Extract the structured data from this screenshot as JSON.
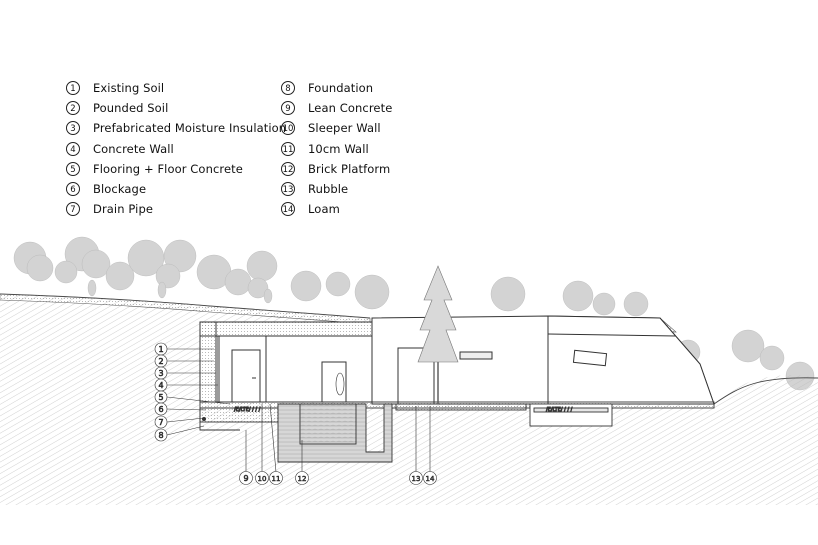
{
  "legend": {
    "left": [
      {
        "num": "1",
        "label": "Existing Soil"
      },
      {
        "num": "2",
        "label": "Pounded Soil"
      },
      {
        "num": "3",
        "label": "Prefabricated Moisture Insulation"
      },
      {
        "num": "4",
        "label": "Concrete Wall"
      },
      {
        "num": "5",
        "label": "Flooring + Floor Concrete"
      },
      {
        "num": "6",
        "label": "Blockage"
      },
      {
        "num": "7",
        "label": "Drain Pipe"
      }
    ],
    "right": [
      {
        "num": "8",
        "label": "Foundation"
      },
      {
        "num": "9",
        "label": "Lean Concrete"
      },
      {
        "num": "10",
        "label": "Sleeper Wall"
      },
      {
        "num": "11",
        "label": "10cm Wall"
      },
      {
        "num": "12",
        "label": "Brick Platform"
      },
      {
        "num": "13",
        "label": "Rubble"
      },
      {
        "num": "14",
        "label": "Loam"
      }
    ]
  },
  "callouts": {
    "left": [
      "1",
      "2",
      "3",
      "4",
      "5",
      "6",
      "7",
      "8"
    ],
    "bottom": [
      "9",
      "10",
      "11",
      "12",
      "13",
      "14"
    ]
  },
  "colors": {
    "line": "#333333",
    "hatch": "#b9b9b9",
    "tree": "#c9c9c9"
  }
}
